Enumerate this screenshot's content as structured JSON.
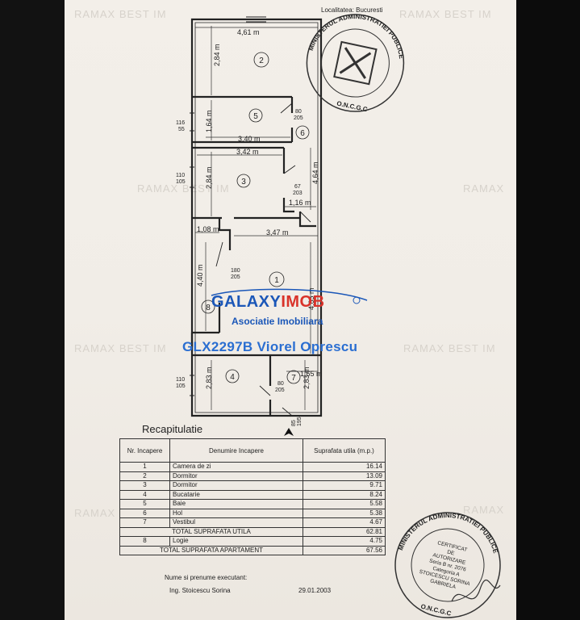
{
  "locality": "Localitatea: Bucuresti",
  "watermarks": [
    "RAMAX BEST IM",
    "RAMAX BEST IM",
    "RAMAX",
    "RAMAX BEST IM",
    "RAMAX BEST IM",
    "RAMAX",
    "RAMAX BEST IM",
    "RAMAX"
  ],
  "dims": {
    "top_width": "4,61 m",
    "r2_h": "2,84 m",
    "r5_h": "1,64 m",
    "r5_w": "3,40 m",
    "r3_w": "3,42 m",
    "r3_h": "2,84 m",
    "r6_h": "4,64 m",
    "r6_w": "1,16 m",
    "r1_w": "3,47 m",
    "r8_w": "1,08 m",
    "r8_h": "4,40 m",
    "r1_h": "4,65 m",
    "bottom_w": "1,65 m",
    "r4_h": "2,83 m",
    "r7_h": "2,83 m"
  },
  "openings": {
    "o1_top": "80",
    "o1_bot": "205",
    "o2_top": "116",
    "o2_bot": "55",
    "o3_top": "110",
    "o3_bot": "105",
    "o4_top": "67",
    "o4_bot": "203",
    "o5_top": "180",
    "o5_bot": "205",
    "o6_top": "110",
    "o6_bot": "105",
    "o7_top": "80",
    "o7_bot": "205",
    "o8_top": "85",
    "o8_bot": "195"
  },
  "rooms": [
    "1",
    "2",
    "3",
    "4",
    "5",
    "6",
    "7",
    "8"
  ],
  "logo": {
    "part1": "GALAXY",
    "part2": "IMOB",
    "reg": "®",
    "subtitle": "Asociatie Imobiliara"
  },
  "listing_ref": "GLX2297B Viorel Oprescu",
  "recap": {
    "title": "Recapitulatie",
    "headers": [
      "Nr. Incapere",
      "Denumire Incapere",
      "Suprafata utila (m.p.)"
    ],
    "rows": [
      {
        "n": "1",
        "name": "Camera de zi",
        "area": "16.14"
      },
      {
        "n": "2",
        "name": "Dormitor",
        "area": "13.09"
      },
      {
        "n": "3",
        "name": "Dormitor",
        "area": "9.71"
      },
      {
        "n": "4",
        "name": "Bucatarie",
        "area": "8.24"
      },
      {
        "n": "5",
        "name": "Baie",
        "area": "5.58"
      },
      {
        "n": "6",
        "name": "Hol",
        "area": "5.38"
      },
      {
        "n": "7",
        "name": "Vestibul",
        "area": "4.67"
      }
    ],
    "total_useful_label": "TOTAL SUPRAFATA UTILA",
    "total_useful": "62.81",
    "extra_row": {
      "n": "8",
      "name": "Logie",
      "area": "4.75"
    },
    "total_apartment_label": "TOTAL SUPRAFATA APARTAMENT",
    "total_apartment": "67.56"
  },
  "footer": {
    "executor_label": "Nume si prenume executant:",
    "executor_name": "Ing. Stoicescu Sorina",
    "date": "29.01.2003"
  },
  "stamp_top": {
    "ring_text": "MINISTERUL ADMINISTRATIEI PUBLICE",
    "bottom_text": "O.N.C.G.C"
  },
  "stamp_bottom": {
    "ring_text": "MINISTERUL ADMINISTRATIEI PUBLICE",
    "lines": [
      "CERTIFICAT",
      "DE",
      "AUTORIZARE",
      "Seria B nr. 2076",
      "Categoria A",
      "STOICESCU SORINA",
      "GABRIELA"
    ],
    "bottom_text": "O.N.C.G.C"
  },
  "colors": {
    "paper": "#f1ede7",
    "ink": "#222222",
    "stamp": "#333333",
    "logo_blue": "#1b57b8",
    "logo_red": "#d9332a",
    "ref_blue": "#2a6ed1"
  }
}
